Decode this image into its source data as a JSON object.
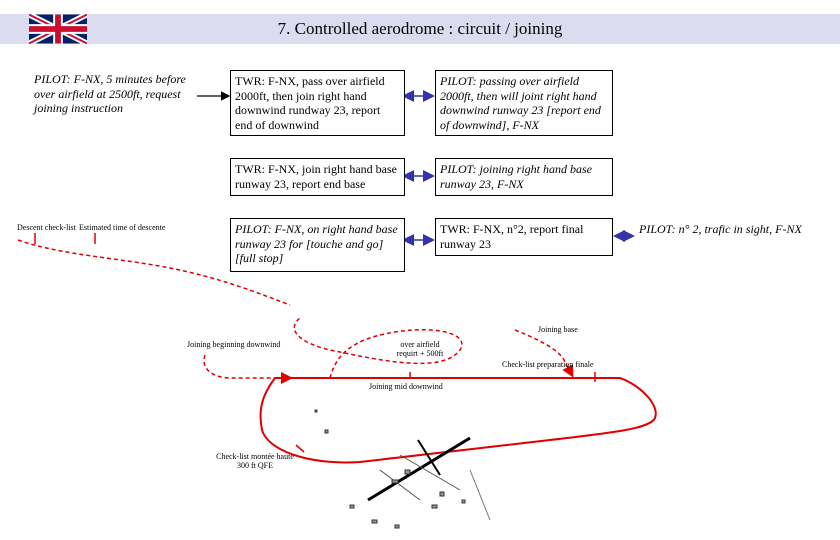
{
  "header": {
    "title": "7. Controlled aerodrome : circuit / joining",
    "flag_icon": "union-jack-flag-icon"
  },
  "messages": {
    "pilot_request": "PILOT: F-NX, 5 minutes before over airfield at 2500ft, request joining instruction",
    "twr_overhead": "TWR: F-NX, pass over airfield 2000ft, then join right hand downwind rundway 23, report end of downwind",
    "pilot_overhead": "PILOT: passing over airfield 2000ft, then will joint right hand downwind runway 23 [report end of downwind], F-NX",
    "twr_base": "TWR: F-NX, join right hand base runway 23, report end base",
    "pilot_base": "PILOT: joining right hand base runway 23, F-NX",
    "pilot_right_base": "PILOT: F-NX, on right hand base runway 23 for [touche and go] [full stop]",
    "twr_final": "TWR: F-NX, n°2, report final runway 23",
    "pilot_traffic": "PILOT: n° 2, trafic in sight, F-NX"
  },
  "labels": {
    "descent_checklist": "Descent check-list",
    "estimated_time_descent": "Estimated time of descente",
    "joining_beginning_downwind": "Joining beginning downwind",
    "overhead_line1": "over airfield",
    "overhead_line2": "requirt + 500ft",
    "joining_base": "Joining base",
    "checklist_prepare_final": "Check-list preparation finale",
    "joining_mid_downwind": "Joining mid downwind",
    "checklist_line1": "Check-list montée haute",
    "checklist_line2": "300 ft QFE"
  },
  "colors": {
    "header_band": "#dcdcf0",
    "circuit": "#e00000",
    "connector": "#3333aa",
    "flag_blue": "#012169",
    "flag_red": "#c8102e"
  }
}
